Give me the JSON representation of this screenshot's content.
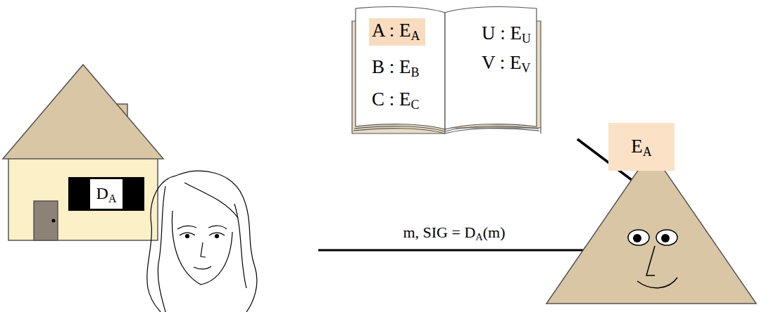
{
  "diagram": {
    "nodes": [
      {
        "text": [
          "A : EA",
          "B : EB",
          "C : EC",
          "U : EU",
          "V : EV"
        ]
      },
      {
        "text": [
          "DA"
        ]
      },
      {
        "text": [
          "EA"
        ]
      }
    ],
    "labels": [
      "m, SIG = DA(m)"
    ]
  }
}
